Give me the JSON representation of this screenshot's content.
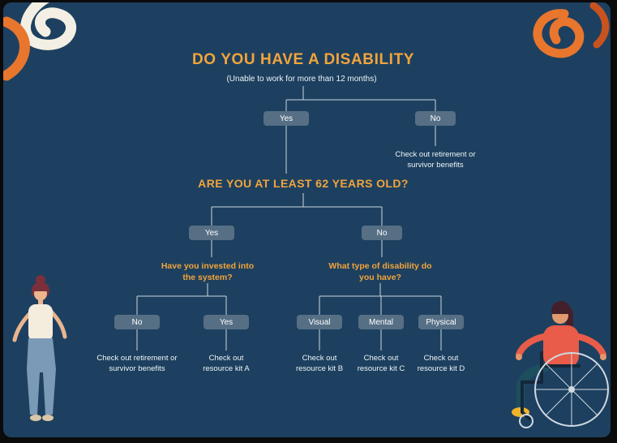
{
  "flowchart": {
    "title": "DO YOU HAVE A DISABILITY",
    "subtitle": "(Unable to work for more than 12 months)",
    "q1": {
      "yes": "Yes",
      "no": "No",
      "no_outcome": "Check out retirement or survivor benefits"
    },
    "q2": {
      "text": "ARE YOU AT LEAST 62 YEARS OLD?",
      "yes": "Yes",
      "no": "No"
    },
    "q3": {
      "text": "Have you invested into the system?",
      "no": "No",
      "yes": "Yes",
      "no_outcome": "Check out retirement or survivor benefits",
      "yes_outcome": "Check out resource kit A"
    },
    "q4": {
      "text": "What type of disability do you have?",
      "options": [
        {
          "label": "Visual",
          "outcome": "Check out resource kit B"
        },
        {
          "label": "Mental",
          "outcome": "Check out resource kit C"
        },
        {
          "label": "Physical",
          "outcome": "Check out resource kit D"
        }
      ]
    }
  },
  "colors": {
    "background": "#1d4060",
    "accent_orange": "#f2a43b",
    "decor_orange": "#e8762d",
    "node_fill": "#566f85",
    "text_white": "#eef3f6",
    "connector": "#ccd6de"
  }
}
